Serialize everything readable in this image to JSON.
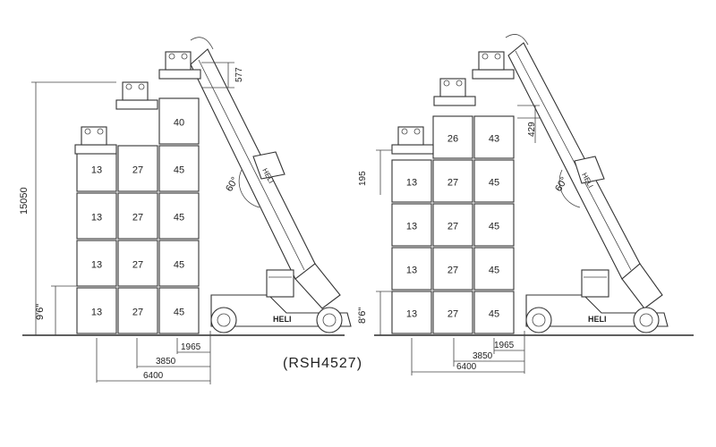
{
  "left_view": {
    "columns": [
      [
        "13",
        "13",
        "13",
        "13"
      ],
      [
        "27",
        "27",
        "27",
        "27"
      ],
      [
        "45",
        "45",
        "45",
        "45",
        "40"
      ]
    ],
    "dims": {
      "overall_height": "15050",
      "container_height": "9'6\"",
      "top_offset": "577",
      "reach_1": "1965",
      "reach_2": "3850",
      "reach_3": "6400",
      "angle": "60°"
    },
    "brand": "HELI"
  },
  "right_view": {
    "columns": [
      [
        "13",
        "13",
        "13",
        "13"
      ],
      [
        "27",
        "27",
        "27",
        "27",
        "26"
      ],
      [
        "45",
        "45",
        "45",
        "45",
        "43"
      ]
    ],
    "dims": {
      "top_offset": "429",
      "level_offset": "195",
      "container_height": "8'6\"",
      "reach_1": "1965",
      "reach_2": "3850",
      "reach_3": "6400",
      "angle": "60°"
    },
    "brand": "HELI"
  },
  "model_caption": "(RSH4527)"
}
